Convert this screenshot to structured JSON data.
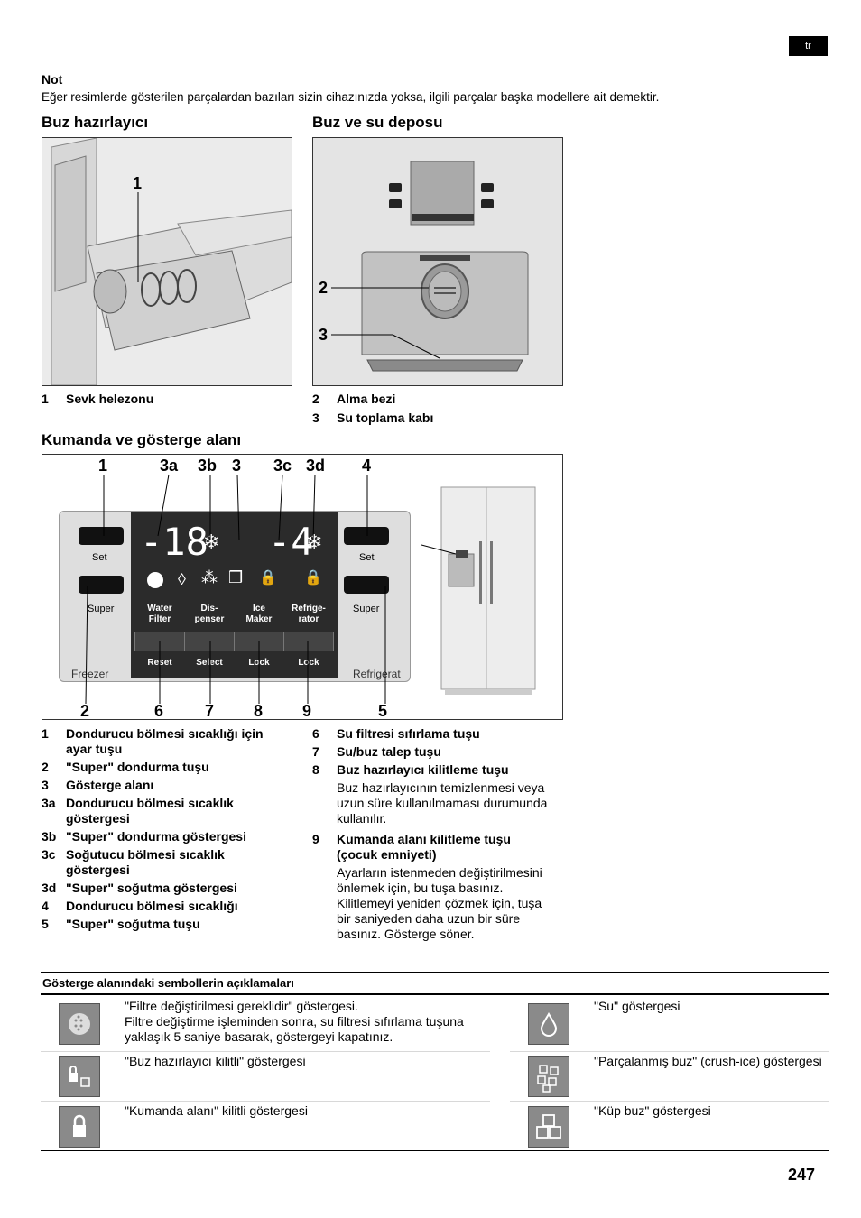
{
  "lang": "tr",
  "note": {
    "heading": "Not",
    "text": "Eğer resimlerde gösterilen parçalardan bazıları sizin cihazınızda yoksa, ilgili parçalar başka modellere ait demektir."
  },
  "section1": {
    "title": "Buz hazırlayıcı",
    "callout": "1",
    "caption_num": "1",
    "caption_text": "Sevk helezonu"
  },
  "section2": {
    "title": "Buz ve su deposu",
    "callouts": [
      "2",
      "3"
    ],
    "captions": [
      {
        "num": "2",
        "text": "Alma bezi"
      },
      {
        "num": "3",
        "text": "Su toplama kabı"
      }
    ]
  },
  "section3": {
    "title": "Kumanda ve gösterge alanı",
    "top_callouts": [
      "1",
      "3a",
      "3b",
      "3",
      "3c",
      "3d",
      "4"
    ],
    "bottom_callouts": [
      "2",
      "6",
      "7",
      "8",
      "9",
      "5"
    ],
    "panel": {
      "left_temp": "-18",
      "right_temp": "-4",
      "set_label": "Set",
      "super_label": "Super",
      "freezer_label": "Freezer",
      "refrigerator_label": "Refrigerat",
      "middle_labels": [
        {
          "l1": "Water",
          "l2": "Filter"
        },
        {
          "l1": "Dis-",
          "l2": "penser"
        },
        {
          "l1": "Ice",
          "l2": "Maker"
        },
        {
          "l1": "Refrige-",
          "l2": "rator"
        }
      ],
      "button_labels": [
        "Reset",
        "Select",
        "Lock",
        "Lock"
      ]
    }
  },
  "legend_left": [
    {
      "num": "1",
      "text": "Dondurucu bölmesi sıcaklığı için ayar tuşu"
    },
    {
      "num": "2",
      "text": "\"Super\" dondurma tuşu"
    },
    {
      "num": "3",
      "text": "Gösterge alanı"
    },
    {
      "num": "3a",
      "text": "Dondurucu bölmesi sıcaklık göstergesi"
    },
    {
      "num": "3b",
      "text": "\"Super\" dondurma göstergesi"
    },
    {
      "num": "3c",
      "text": "Soğutucu bölmesi sıcaklık göstergesi"
    },
    {
      "num": "3d",
      "text": "\"Super\" soğutma göstergesi"
    },
    {
      "num": "4",
      "text": "Dondurucu bölmesi sıcaklığı"
    },
    {
      "num": "5",
      "text": "\"Super\" soğutma tuşu"
    }
  ],
  "legend_right": [
    {
      "num": "6",
      "text": "Su filtresi sıfırlama tuşu"
    },
    {
      "num": "7",
      "text": "Su/buz talep tuşu"
    },
    {
      "num": "8",
      "text": "Buz hazırlayıcı kilitleme tuşu",
      "sub": "Buz hazırlayıcının temizlenmesi veya uzun süre kullanılmaması durumunda kullanılır."
    },
    {
      "num": "9",
      "text": "Kumanda alanı kilitleme tuşu (çocuk emniyeti)",
      "sub": "Ayarların istenmeden değiştirilmesini önlemek için, bu tuşa basınız. Kilitlemeyi yeniden çözmek için, tuşa bir saniyeden daha uzun bir süre basınız. Gösterge söner."
    }
  ],
  "symbols": {
    "title": "Gösterge alanındaki sembollerin açıklamaları",
    "left": [
      {
        "icon": "filter-icon",
        "text": "\"Filtre değiştirilmesi gereklidir\" göstergesi.\nFiltre değiştirme işleminden sonra, su filtresi sıfırlama tuşuna yaklaşık 5 saniye basarak, göstergeyi kapatınız."
      },
      {
        "icon": "ice-maker-lock-icon",
        "text": "\"Buz hazırlayıcı kilitli\" göstergesi"
      },
      {
        "icon": "panel-lock-icon",
        "text": "\"Kumanda alanı\" kilitli göstergesi"
      }
    ],
    "right": [
      {
        "icon": "water-drop-icon",
        "text": "\"Su\" göstergesi"
      },
      {
        "icon": "crushed-ice-icon",
        "text": "\"Parçalanmış buz\" (crush-ice) göstergesi"
      },
      {
        "icon": "ice-cube-icon",
        "text": "\"Küp buz\" göstergesi"
      }
    ]
  },
  "page_number": "247"
}
